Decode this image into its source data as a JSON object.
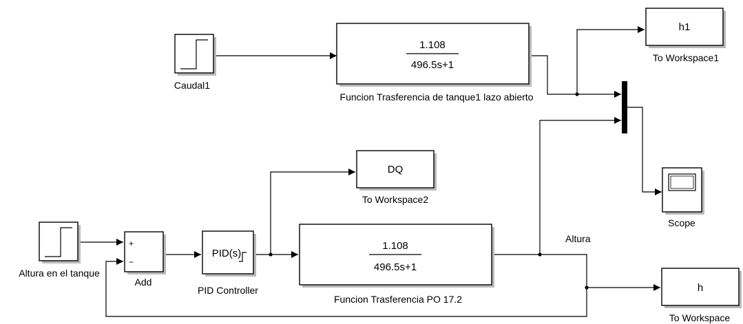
{
  "blocks": {
    "caudal1": {
      "label": "Caudal1"
    },
    "tf_open": {
      "numerator": "1.108",
      "denominator": "496.5s+1",
      "label": "Funcion Trasferencia de tanque1 lazo abierto"
    },
    "to_ws1": {
      "text": "h1",
      "label": "To Workspace1"
    },
    "to_ws2": {
      "text": "DQ",
      "label": "To Workspace2"
    },
    "scope": {
      "label": "Scope"
    },
    "altura_step": {
      "label": "Altura en el tanque"
    },
    "add": {
      "label": "Add",
      "plus": "+",
      "minus": "−"
    },
    "pid": {
      "text": "PID(s)",
      "label": "PID Controller"
    },
    "tf_po": {
      "numerator": "1.108",
      "denominator": "496.5s+1",
      "label": "Funcion Trasferencia  PO 17.2"
    },
    "to_ws": {
      "text": "h",
      "label": "To Workspace"
    }
  },
  "signals": {
    "altura": "Altura"
  }
}
